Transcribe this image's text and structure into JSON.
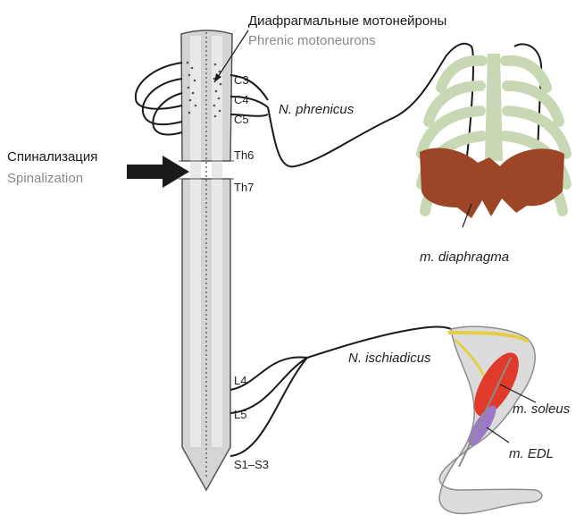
{
  "header": {
    "motoneurons_ru": "Диафрагмальные мотонейроны",
    "motoneurons_en": "Phrenic motoneurons"
  },
  "spinalization": {
    "ru": "Спинализация",
    "en": "Spinalization"
  },
  "segments": {
    "c3": "C3",
    "c4": "C4",
    "c5": "C5",
    "th6": "Th6",
    "th7": "Th7",
    "l4": "L4",
    "l5": "L5",
    "s1_s3": "S1–S3"
  },
  "nerves": {
    "phrenic": "N. phrenicus",
    "ischiadic": "N. ischiadicus"
  },
  "muscles": {
    "diaphragm": "m. diaphragma",
    "soleus": "m. soleus",
    "edl": "m. EDL"
  },
  "colors": {
    "spinal_cord": "#d2d4d6",
    "rib_cage": "#c9d8b4",
    "diaphragm": "#9c4527",
    "nerve_ischiadic": "#e3cf45",
    "soleus": "#e03a2a",
    "edl": "#9c78c8",
    "leg_fill": "#dcdcdc"
  }
}
